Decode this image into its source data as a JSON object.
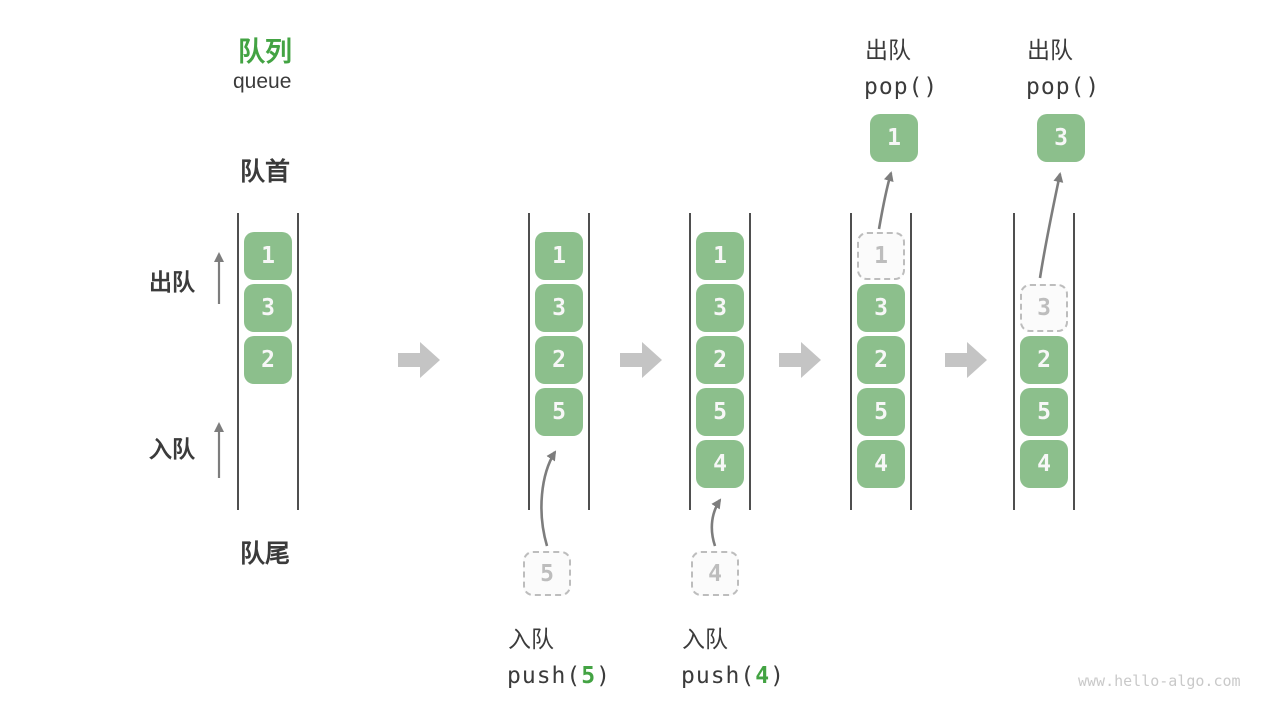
{
  "title": {
    "zh": "队列",
    "en": "queue"
  },
  "side": {
    "front": "队首",
    "rear": "队尾",
    "dequeue": "出队",
    "enqueue": "入队"
  },
  "states": [
    {
      "boxes": [
        "1",
        "3",
        "2"
      ]
    },
    {
      "boxes": [
        "1",
        "3",
        "2",
        "5"
      ],
      "staged": "5"
    },
    {
      "boxes": [
        "1",
        "3",
        "2",
        "5",
        "4"
      ],
      "staged": "4"
    },
    {
      "boxes": [
        "1",
        "3",
        "2",
        "5",
        "4"
      ],
      "popped": "1"
    },
    {
      "boxes": [
        "3",
        "2",
        "5",
        "4"
      ],
      "popped": "3"
    }
  ],
  "operations": {
    "push5": {
      "label": "入队",
      "code_fn": "push(",
      "code_arg": "5",
      "code_close": ")"
    },
    "push4": {
      "label": "入队",
      "code_fn": "push(",
      "code_arg": "4",
      "code_close": ")"
    },
    "pop1": {
      "label": "出队",
      "code": "pop()"
    },
    "pop2": {
      "label": "出队",
      "code": "pop()"
    }
  },
  "watermark": "www.hello-algo.com",
  "colors": {
    "box_green": "#8cbf8c",
    "box_text": "#f7f7f7",
    "title_green": "#43a343",
    "code_green": "#43a343",
    "text_dark": "#3b3b3b",
    "arrow_gray": "#7d7d7d",
    "block_arrow_gray": "#c4c4c4",
    "dashed_gray": "#bdbdbd",
    "line_dark": "#4f4f4f",
    "watermark_gray": "#c9c9c9"
  }
}
